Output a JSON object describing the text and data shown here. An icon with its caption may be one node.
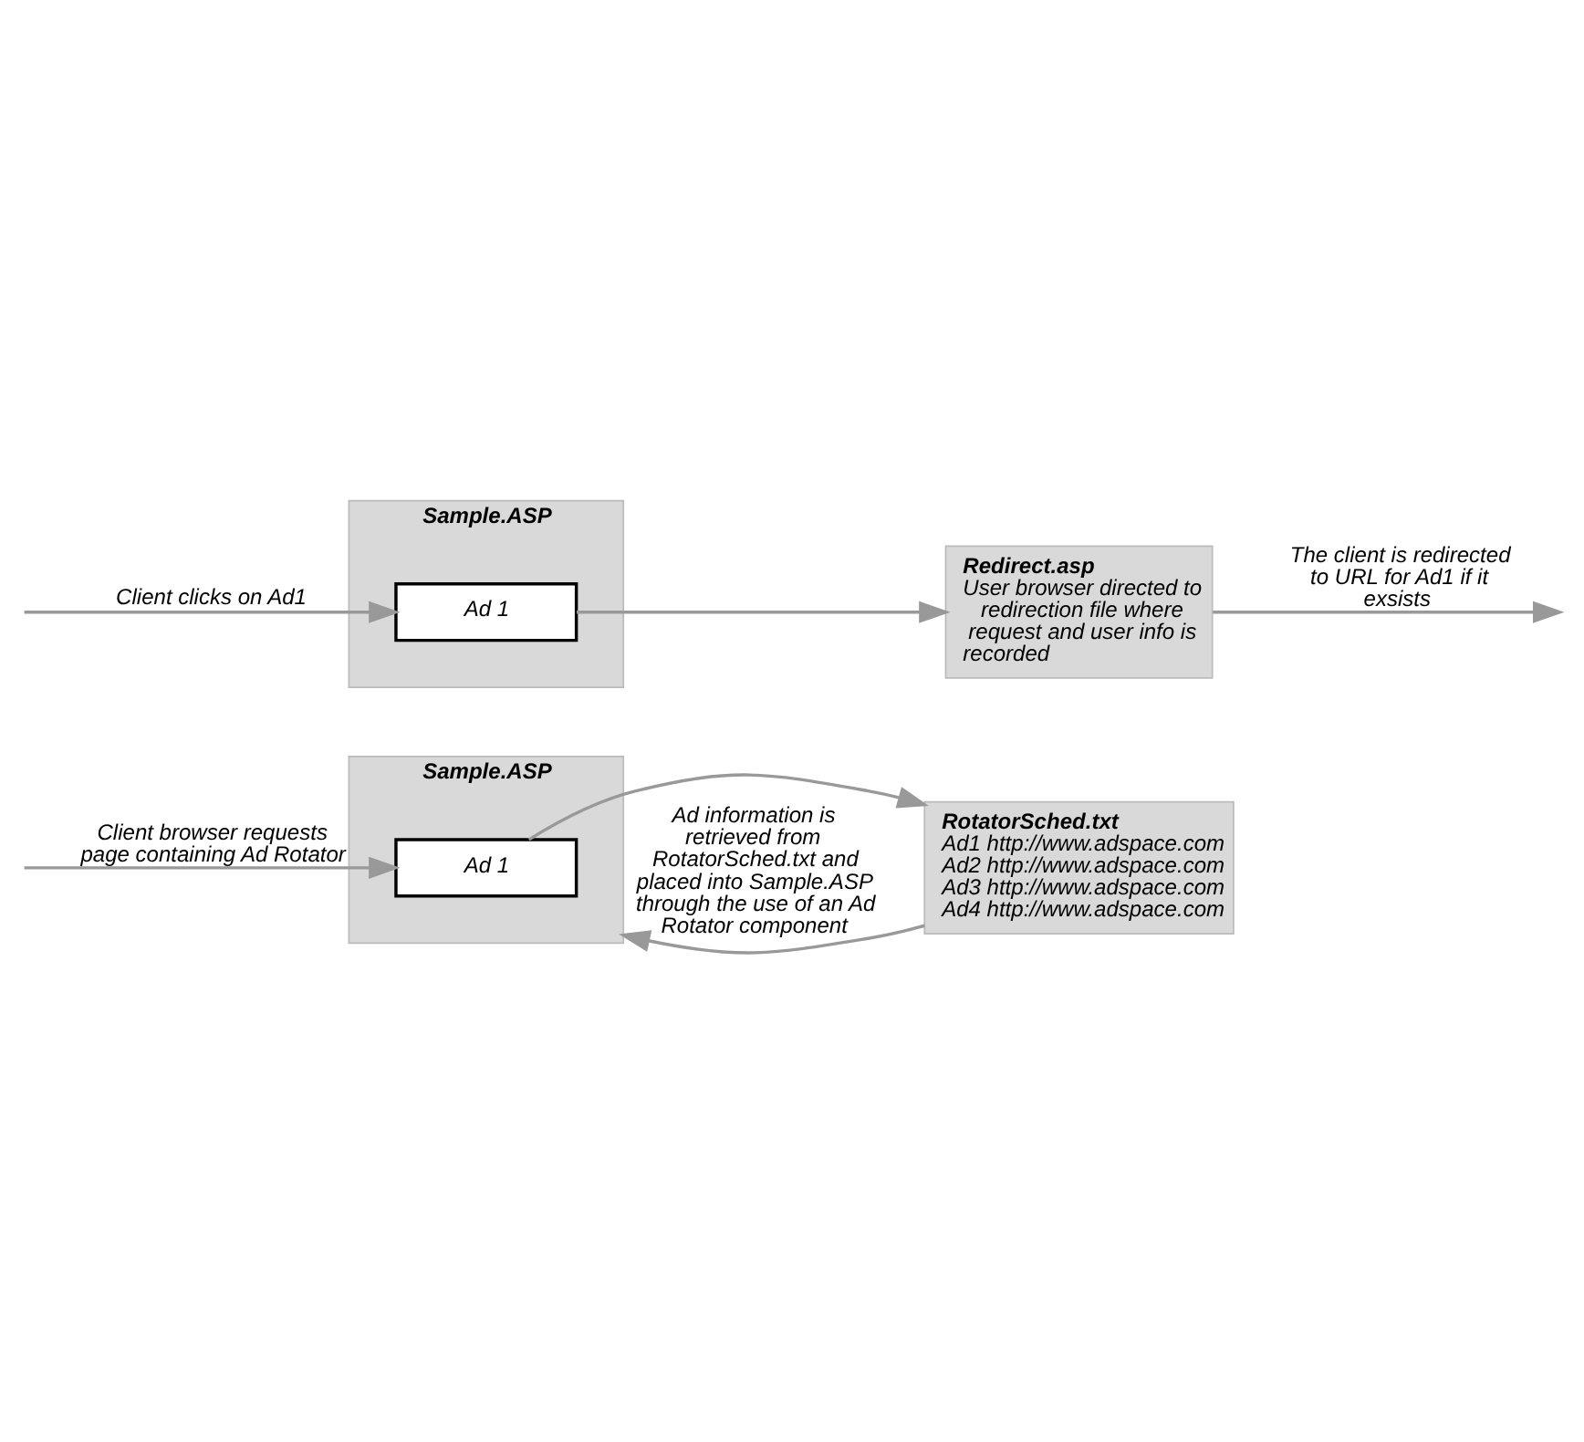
{
  "diagram": {
    "nodes": [
      {
        "text": [
          "Sample.ASP"
        ]
      },
      {
        "text": [
          "Ad 1"
        ],
        "in": 0
      },
      {
        "text": [
          "RotatorSched.txt",
          "Ad1 http://www.adspace.com",
          "Ad2 http://www.adspace.com",
          "Ad3 http://www.adspace.com",
          "Ad4 http://www.adspace.com"
        ]
      },
      {
        "text": [
          "Sample.ASP"
        ]
      },
      {
        "text": [
          "Ad 1"
        ],
        "in": 3
      },
      {
        "text": [
          "Redirect.asp",
          "User browser directed to redirection file where request and user info is recorded"
        ]
      }
    ],
    "edges": [
      {
        "from": null,
        "to": 1,
        "arrow": "to",
        "label": "Client browser requests page containing Ad Rotator"
      },
      {
        "from": 1,
        "to": 2,
        "arrow": "to"
      },
      {
        "from": 2,
        "to": 0,
        "arrow": "to",
        "label": "Ad information is retrieved from RotatorSched.txt and placed into Sample.ASP through the use of an Ad Rotator component"
      },
      {
        "from": null,
        "to": 4,
        "arrow": "to",
        "label": "Client clicks on Ad1"
      },
      {
        "from": 4,
        "to": 5,
        "arrow": "to"
      },
      {
        "from": 5,
        "to": null,
        "arrow": "to",
        "label": "The client is redirected to URL for Ad1 if it exsists"
      }
    ]
  }
}
